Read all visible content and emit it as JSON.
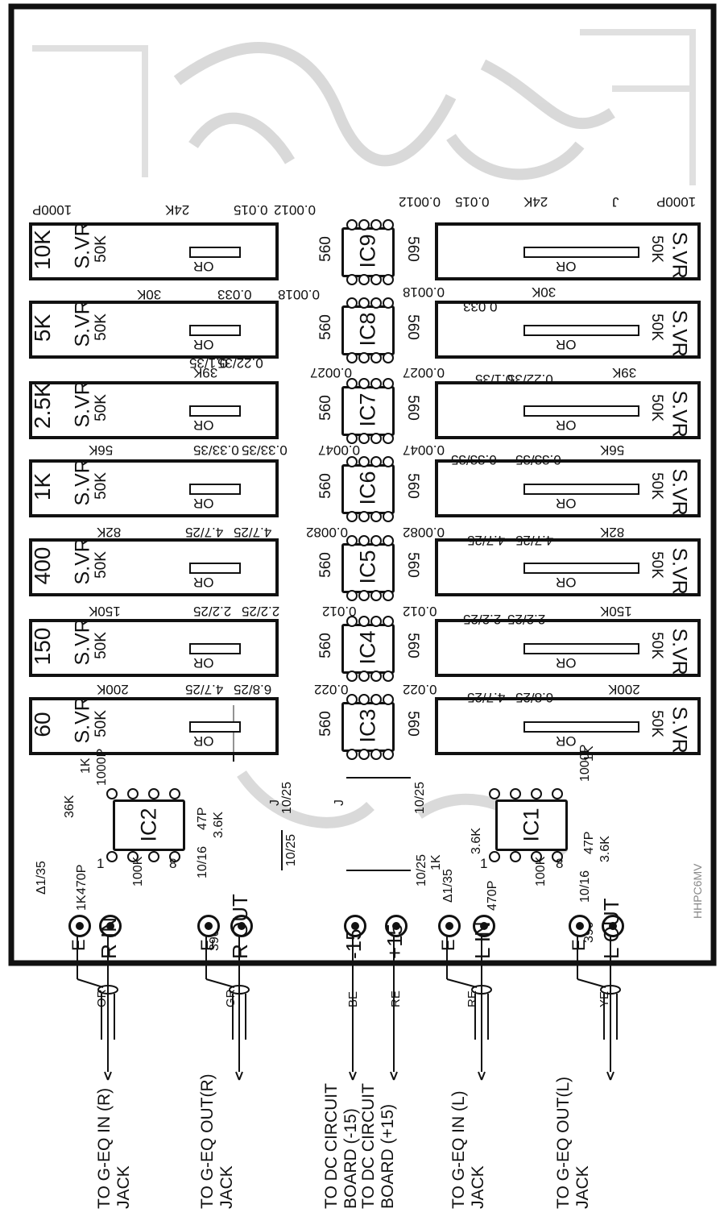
{
  "bands": [
    {
      "freq": "60",
      "vr": "S.VR",
      "vr_val": "50K",
      "r_top": "560",
      "r_bot": "560",
      "ic": "IC3",
      "vr2": "S.VR",
      "vr2_val": "50K"
    },
    {
      "freq": "150",
      "vr": "S.VR",
      "vr_val": "50K",
      "r_top": "560",
      "r_bot": "560",
      "ic": "IC4",
      "vr2": "S.VR",
      "vr2_val": "50K"
    },
    {
      "freq": "400",
      "vr": "S.VR",
      "vr_val": "50K",
      "r_top": "560",
      "r_bot": "560",
      "ic": "IC5",
      "vr2": "S.VR",
      "vr2_val": "50K"
    },
    {
      "freq": "1K",
      "vr": "S.VR",
      "vr_val": "50K",
      "r_top": "560",
      "r_bot": "560",
      "ic": "IC6",
      "vr2": "S.VR",
      "vr2_val": "50K"
    },
    {
      "freq": "2.5K",
      "vr": "S.VR",
      "vr_val": "50K",
      "r_top": "560",
      "r_bot": "560",
      "ic": "IC7",
      "vr2": "S.VR",
      "vr2_val": "50K"
    },
    {
      "freq": "5K",
      "vr": "S.VR",
      "vr_val": "50K",
      "r_top": "560",
      "r_bot": "560",
      "ic": "IC8",
      "vr2": "S.VR",
      "vr2_val": "50K"
    },
    {
      "freq": "10K",
      "vr": "S.VR",
      "vr_val": "50K",
      "r_top": "560",
      "r_bot": "560",
      "ic": "IC9",
      "vr2": "S.VR",
      "vr2_val": "50K"
    }
  ],
  "or_label": "OR",
  "top_components": [
    "1000P",
    "24K",
    "0.015",
    "0.0012",
    "30K",
    "0.033",
    "0.0018",
    "39K",
    "0.1/35",
    "0.22/35",
    "0.0027",
    "56K",
    "0.33/35",
    "0.33/35",
    "0.0047",
    "82K",
    "4.7/25",
    "4.7/25",
    "0.0082",
    "150K",
    "2.2/25",
    "2.2/25",
    "0.012",
    "200K",
    "6.8/25",
    "4.7/25",
    "0.022"
  ],
  "bottom_components": [
    "0.0012",
    "0.015",
    "24K",
    "J",
    "1000P",
    "0.0018",
    "0.033",
    "30K",
    "0.0027",
    "0.1/35",
    "0.22/35",
    "39K",
    "0.0047",
    "0.33/35",
    "0.33/35",
    "56K",
    "0.0082",
    "4.7/25",
    "4.7/25",
    "82K",
    "0.012",
    "2.2/25",
    "2.2/25",
    "150K",
    "0.022",
    "4.7/25",
    "6.8/25",
    "200K"
  ],
  "left_section": {
    "ic2": "IC2",
    "ic1": "IC1",
    "parts_r": [
      "1K",
      "1000P",
      "36K",
      "47P",
      "3.6K",
      "10/16",
      "390",
      "100K",
      "470P",
      "1K",
      "Δ1/35",
      "J",
      "10/25",
      "10/25"
    ],
    "parts_l": [
      "1000P",
      "1K",
      "3.6K",
      "10/25",
      "1K",
      "Δ1/35",
      "470P",
      "100K",
      "47P",
      "3.6K",
      "10/16",
      "390",
      "J",
      "10/25"
    ],
    "pin_numbers": [
      "1",
      "8"
    ]
  },
  "jacks": [
    {
      "pin": "E",
      "name": "R IN"
    },
    {
      "pin": "E",
      "name": "R OUT"
    },
    {
      "pin": "",
      "name": "-15"
    },
    {
      "pin": "",
      "name": "+15"
    },
    {
      "pin": "E",
      "name": "L IN"
    },
    {
      "pin": "E",
      "name": "L OUT"
    }
  ],
  "wire_colors": [
    "OR",
    "GR",
    "BE",
    "RE",
    "RE",
    "YE"
  ],
  "destinations": [
    {
      "line1": "TO G-EQ IN (R)",
      "line2": "JACK"
    },
    {
      "line1": "TO G-EQ OUT(R)",
      "line2": "JACK"
    },
    {
      "line1": "TO DC CIRCUIT",
      "line2": "BOARD (-15)"
    },
    {
      "line1": "TO DC CIRCUIT",
      "line2": "BOARD (+15)"
    },
    {
      "line1": "TO G-EQ IN (L)",
      "line2": "JACK"
    },
    {
      "line1": "TO G-EQ OUT(L)",
      "line2": "JACK"
    }
  ],
  "stamp": "HHPC6MV"
}
